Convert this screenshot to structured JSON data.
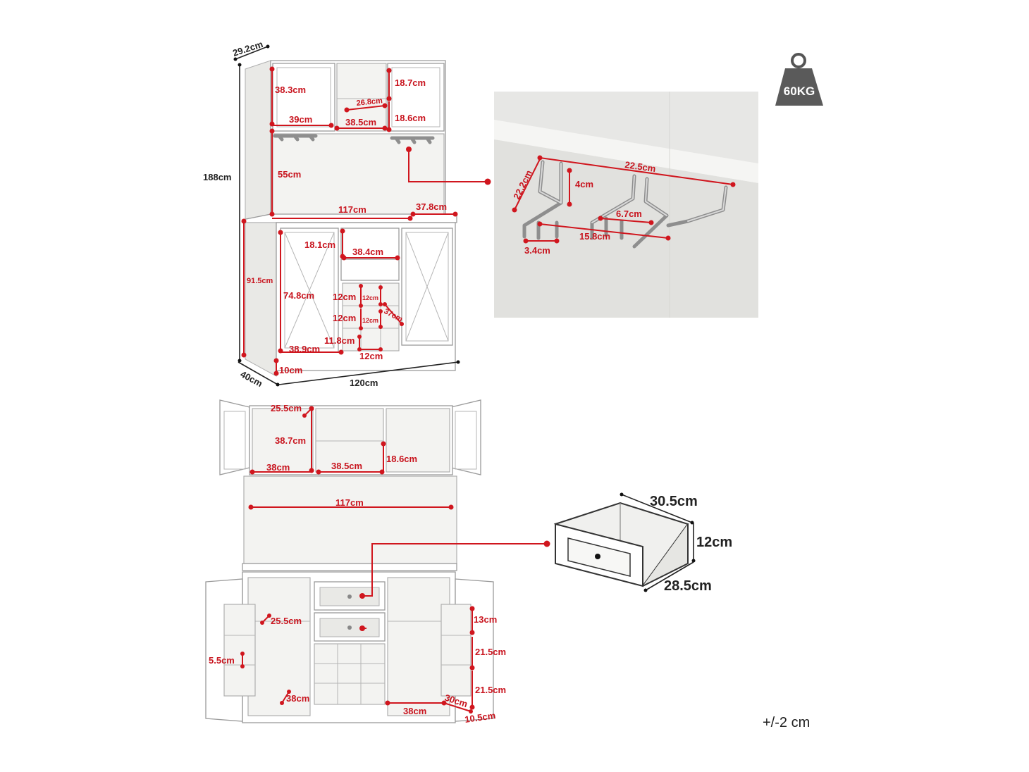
{
  "weight": {
    "label": "60KG",
    "icon": "weight-icon"
  },
  "tolerance": "+/-2 cm",
  "front_view": {
    "depth_top": "29.2cm",
    "height_total": "188cm",
    "upper_door_height": "38.3cm",
    "upper_door_width": "39cm",
    "shelf_gap": "26.8cm",
    "center_width": "38.5cm",
    "right_top_height": "18.7cm",
    "right_bottom_height": "18.6cm",
    "hutch_open_height": "55cm",
    "counter_width": "117cm",
    "counter_depth": "37.8cm",
    "base_height": "91.5cm",
    "drawer_height": "18.1cm",
    "drawer_width": "38.4cm",
    "door_height": "74.8cm",
    "wine_cell_1": "12cm",
    "wine_cell_2": "12cm",
    "wine_cell_small_1": "12cm",
    "wine_cell_small_2": "12cm",
    "wine_depth": "37cm",
    "wine_width": "11.8cm",
    "wine_bottom": "12cm",
    "door_width": "38.9cm",
    "leg_height": "10cm",
    "depth_bottom": "40cm",
    "width_total": "120cm"
  },
  "rack_detail": {
    "length": "22.5cm",
    "depth": "22.2cm",
    "drop": "4cm",
    "slot_gap": "6.7cm",
    "span": "15.8cm",
    "end_gap": "3.4cm"
  },
  "open_view": {
    "shelf_depth": "25.5cm",
    "upper_height": "38.7cm",
    "upper_left_width": "38cm",
    "upper_center_width": "38.5cm",
    "upper_right_height": "18.6cm",
    "hutch_width": "117cm",
    "door_rack_depth": "25.5cm",
    "door_rack_gap": "5.5cm",
    "base_left_depth": "38cm",
    "base_right_width": "38cm",
    "base_right_depth": "30cm",
    "door_shelf_1": "13cm",
    "door_shelf_2": "21.5cm",
    "door_shelf_3": "21.5cm",
    "door_bottom": "10.5cm"
  },
  "drawer_detail": {
    "depth": "30.5cm",
    "height": "12cm",
    "width": "28.5cm"
  }
}
